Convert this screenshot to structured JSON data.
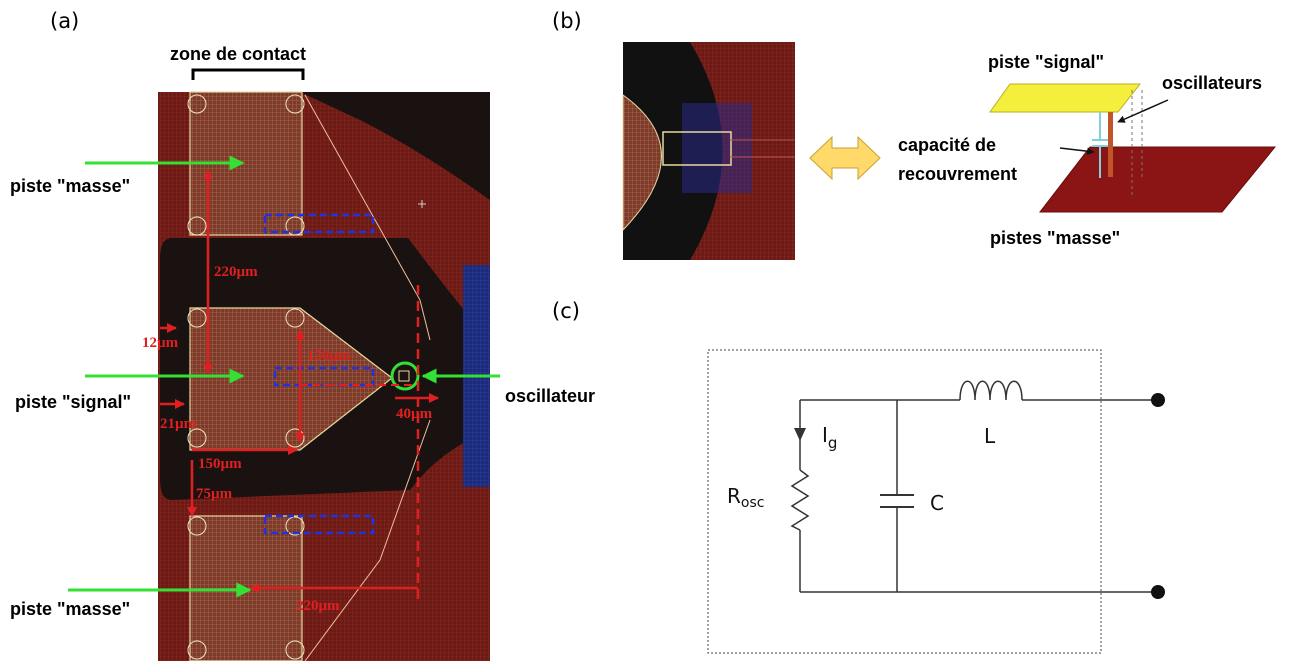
{
  "panel_labels": {
    "a": "(a)",
    "b": "(b)",
    "c": "(c)"
  },
  "panel_a": {
    "zone_label": "zone de contact",
    "ground_top_label": "piste \"masse\"",
    "signal_label": "piste \"signal\"",
    "ground_bottom_label": "piste \"masse\"",
    "oscillator_label": "oscillateur",
    "dims": {
      "d220_top": "220µm",
      "d12": "12µm",
      "d150_right": "150µm",
      "d21": "21µm",
      "d40": "40µm",
      "d150_bottom": "150µm",
      "d75": "75µm",
      "d220_bottom": "220µm"
    }
  },
  "panel_b": {
    "signal_track_label": "piste \"signal\"",
    "oscillators_label": "oscillateurs",
    "capacity_line1": "capacité de",
    "capacity_line2": "recouvrement",
    "ground_tracks_label": "pistes \"masse\""
  },
  "panel_c": {
    "current_symbol": "I",
    "current_sub": "g",
    "inductor_label": "L",
    "resistor_symbol": "R",
    "resistor_sub": "osc",
    "capacitor_label": "C"
  },
  "colors": {
    "layout_bg": "#191210",
    "metal": "#6b1a16",
    "pad": "#8a3a2a",
    "green_arrow": "#33e033",
    "dimension_red": "#e02020",
    "blue_dash": "#2233dd",
    "signal_plate": "#f4ef3c",
    "ground_plate": "#8b1414"
  }
}
